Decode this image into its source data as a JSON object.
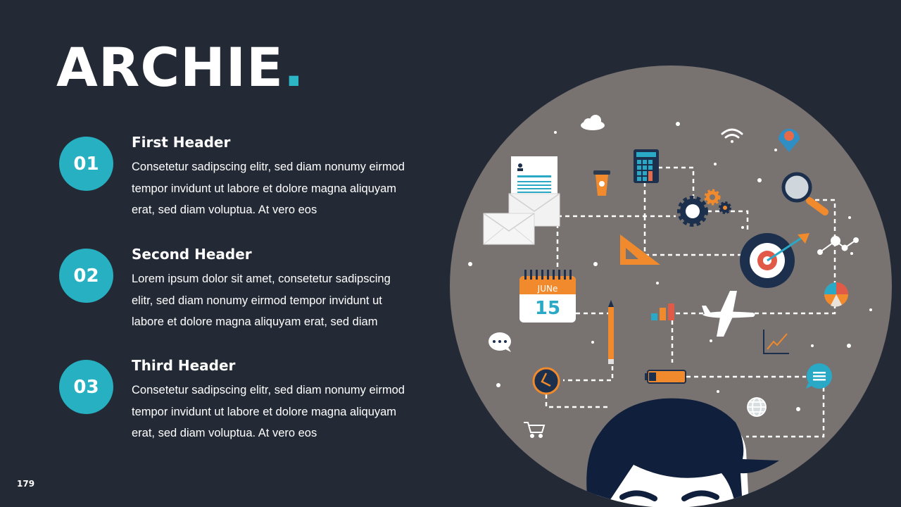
{
  "brand": {
    "title": "ARCHIE",
    "dot": "."
  },
  "items": [
    {
      "number": "01",
      "header": "First Header",
      "body": "Consetetur sadipscing elitr, sed diam nonumy eirmod tempor invidunt ut labore et dolore magna aliquyam erat, sed diam voluptua. At vero eos"
    },
    {
      "number": "02",
      "header": "Second Header",
      "body": "Lorem ipsum dolor sit amet, consetetur sadipscing elitr, sed diam nonumy eirmod tempor invidunt ut labore et dolore magna aliquyam erat, sed diam"
    },
    {
      "number": "03",
      "header": "Third Header",
      "body": "Consetetur sadipscing elitr, sed diam nonumy eirmod tempor invidunt ut labore et dolore magna aliquyam erat, sed diam voluptua. At vero eos"
    }
  ],
  "calendar": {
    "month": "JUNe",
    "day": "15"
  },
  "page_number": "179",
  "colors": {
    "background": "#232a36",
    "accent": "#26b0c1",
    "circle": "#787270",
    "orange": "#f08a2c",
    "navy": "#1c2f4c"
  },
  "icons": [
    "cloud-icon",
    "wifi-icon",
    "location-pin-icon",
    "calculator-icon",
    "coffee-cup-icon",
    "document-icon",
    "envelope-icon",
    "gears-icon",
    "magnifier-icon",
    "set-square-icon",
    "target-icon",
    "network-icon",
    "calendar-icon",
    "pie-chart-icon",
    "bar-chart-icon",
    "airplane-icon",
    "pencil-icon",
    "line-chart-icon",
    "chat-bubble-icon",
    "clock-icon",
    "battery-icon",
    "message-icon",
    "globe-icon",
    "shopping-cart-icon",
    "person-avatar"
  ]
}
